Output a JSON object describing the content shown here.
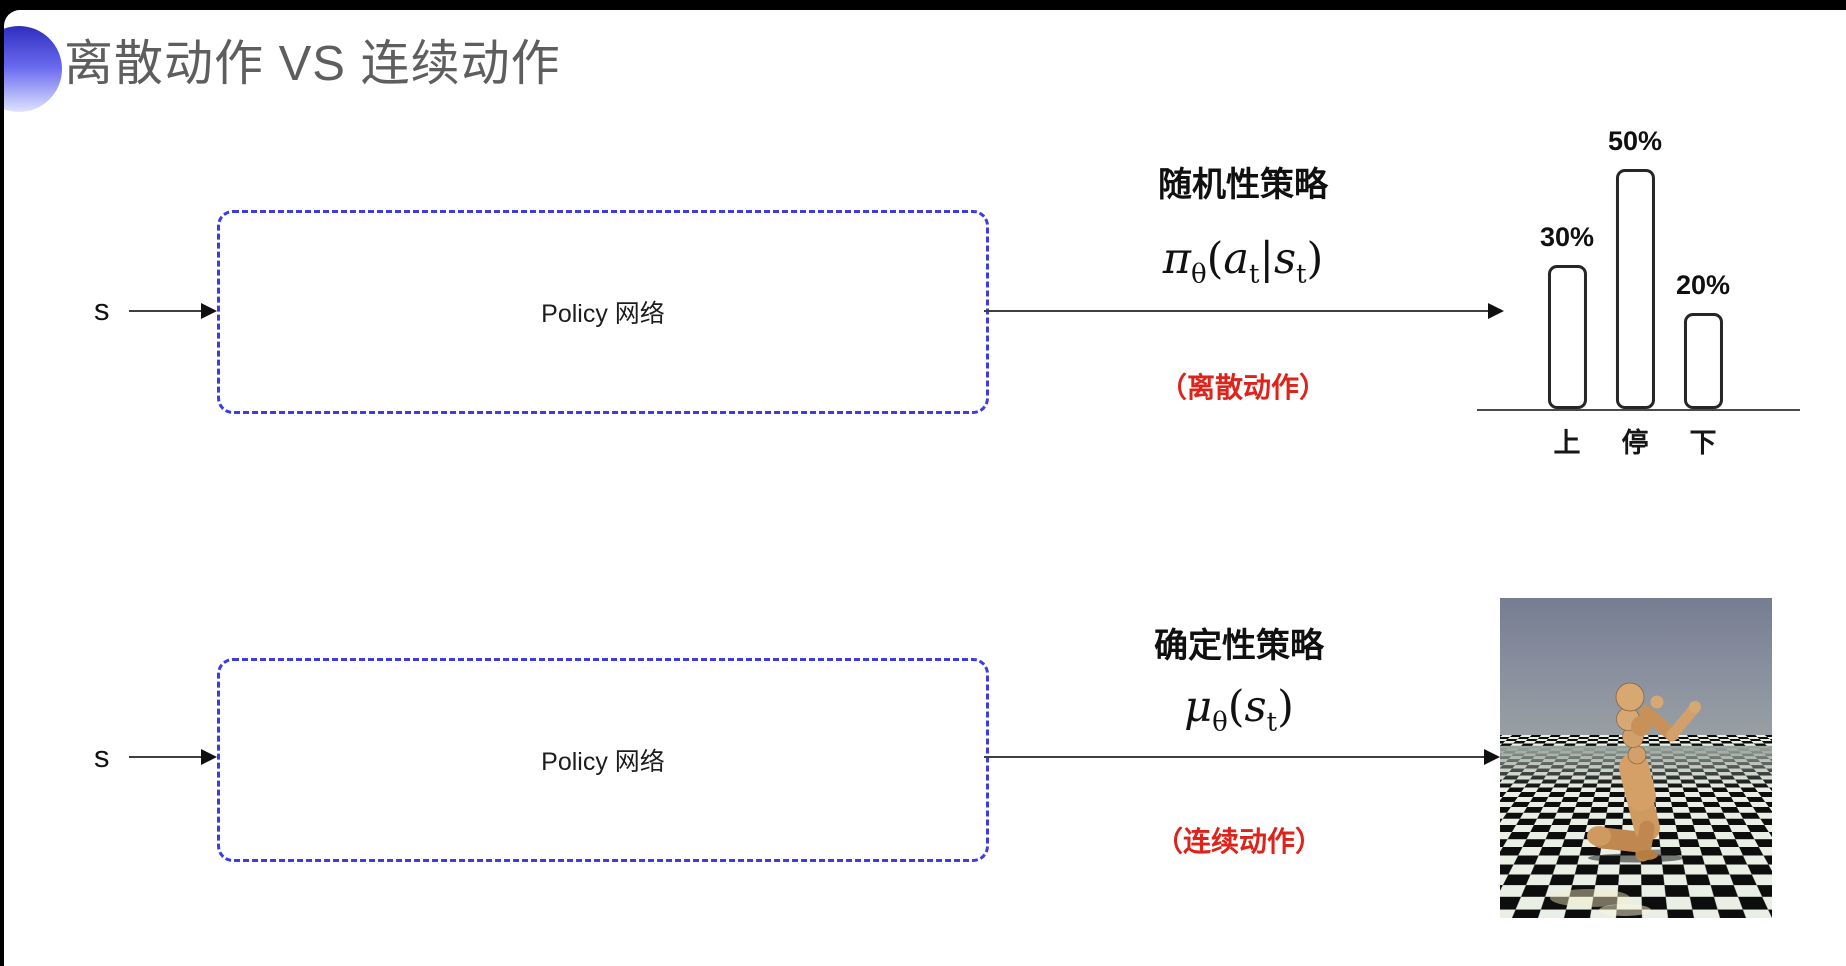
{
  "title": {
    "text": "离散动作 VS 连续动作"
  },
  "top_row": {
    "input_label": "s",
    "box_label": "Policy 网络",
    "policy_type": "随机性策略",
    "formula": {
      "fn": "π",
      "fn_sub": "θ",
      "lparen": "(",
      "arg1": "a",
      "arg1_sub": "t",
      "bar": "|",
      "arg2": "s",
      "arg2_sub": "t",
      "rparen": ")"
    },
    "action_note": "（离散动作）"
  },
  "bottom_row": {
    "input_label": "s",
    "box_label": "Policy 网络",
    "policy_type": "确定性策略",
    "formula": {
      "fn": "μ",
      "fn_sub": "θ",
      "lparen": "(",
      "arg1": "s",
      "arg1_sub": "t",
      "rparen": ")"
    },
    "action_note": "（连续动作）"
  },
  "chart_data": {
    "type": "bar",
    "categories": [
      "上",
      "停",
      "下"
    ],
    "values": [
      30,
      50,
      20
    ],
    "labels": [
      "30%",
      "50%",
      "20%"
    ],
    "title": "",
    "xlabel": "",
    "ylabel": "",
    "ylim": [
      0,
      50
    ],
    "grid": false,
    "legend": false,
    "bar_fill": "#ffffff",
    "bar_border": "#262626"
  },
  "images": {
    "humanoid": "mujoco-humanoid-on-checkerboard-floor"
  },
  "colors": {
    "accent_blue": "#3c3ce0",
    "note_red": "#de231b",
    "title_gray": "#5e5e5e",
    "text_black": "#111111"
  }
}
